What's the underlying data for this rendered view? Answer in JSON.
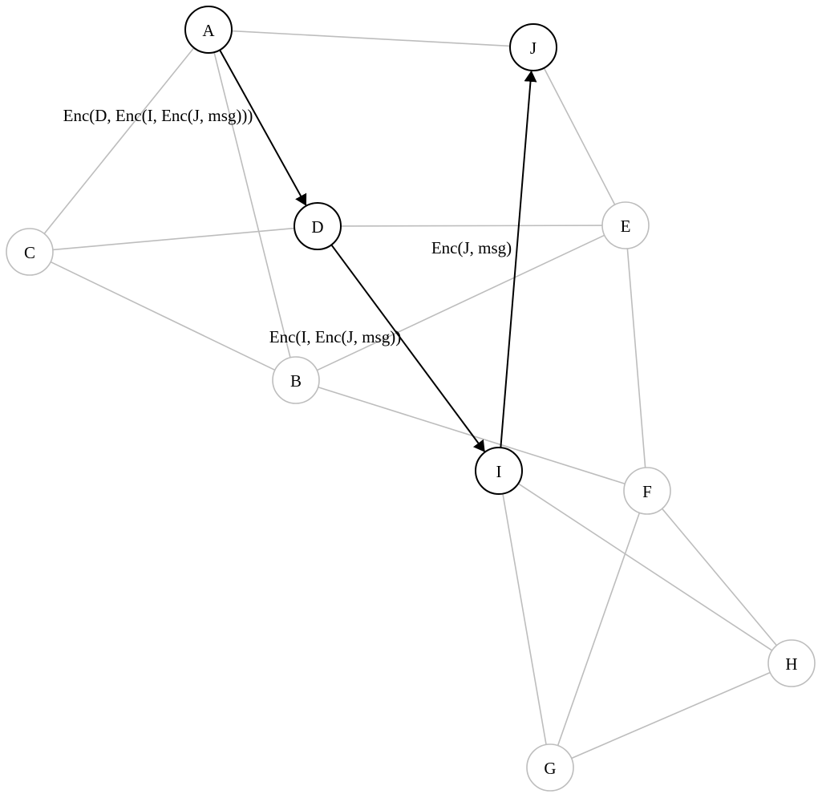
{
  "colors": {
    "background": "#ffffff",
    "inactive": "#bdbdbd",
    "active": "#000000",
    "node_fill": "#ffffff",
    "text": "#000000"
  },
  "nodes": [
    {
      "id": "A",
      "label": "A",
      "active": true
    },
    {
      "id": "B",
      "label": "B",
      "active": false
    },
    {
      "id": "C",
      "label": "C",
      "active": false
    },
    {
      "id": "D",
      "label": "D",
      "active": true
    },
    {
      "id": "E",
      "label": "E",
      "active": false
    },
    {
      "id": "F",
      "label": "F",
      "active": false
    },
    {
      "id": "G",
      "label": "G",
      "active": false
    },
    {
      "id": "H",
      "label": "H",
      "active": false
    },
    {
      "id": "I",
      "label": "I",
      "active": true
    },
    {
      "id": "J",
      "label": "J",
      "active": true
    }
  ],
  "edges": [
    {
      "from": "A",
      "to": "J"
    },
    {
      "from": "A",
      "to": "C"
    },
    {
      "from": "A",
      "to": "B"
    },
    {
      "from": "C",
      "to": "D"
    },
    {
      "from": "C",
      "to": "B"
    },
    {
      "from": "D",
      "to": "E"
    },
    {
      "from": "J",
      "to": "E"
    },
    {
      "from": "E",
      "to": "B"
    },
    {
      "from": "E",
      "to": "F"
    },
    {
      "from": "B",
      "to": "F"
    },
    {
      "from": "I",
      "to": "G"
    },
    {
      "from": "I",
      "to": "H"
    },
    {
      "from": "F",
      "to": "G"
    },
    {
      "from": "F",
      "to": "H"
    },
    {
      "from": "H",
      "to": "G"
    }
  ],
  "route": [
    {
      "from": "A",
      "to": "D",
      "label": "Enc(D, Enc(I, Enc(J, msg)))"
    },
    {
      "from": "D",
      "to": "I",
      "label": "Enc(I, Enc(J, msg))"
    },
    {
      "from": "I",
      "to": "J",
      "label": "Enc(J, msg)"
    }
  ]
}
